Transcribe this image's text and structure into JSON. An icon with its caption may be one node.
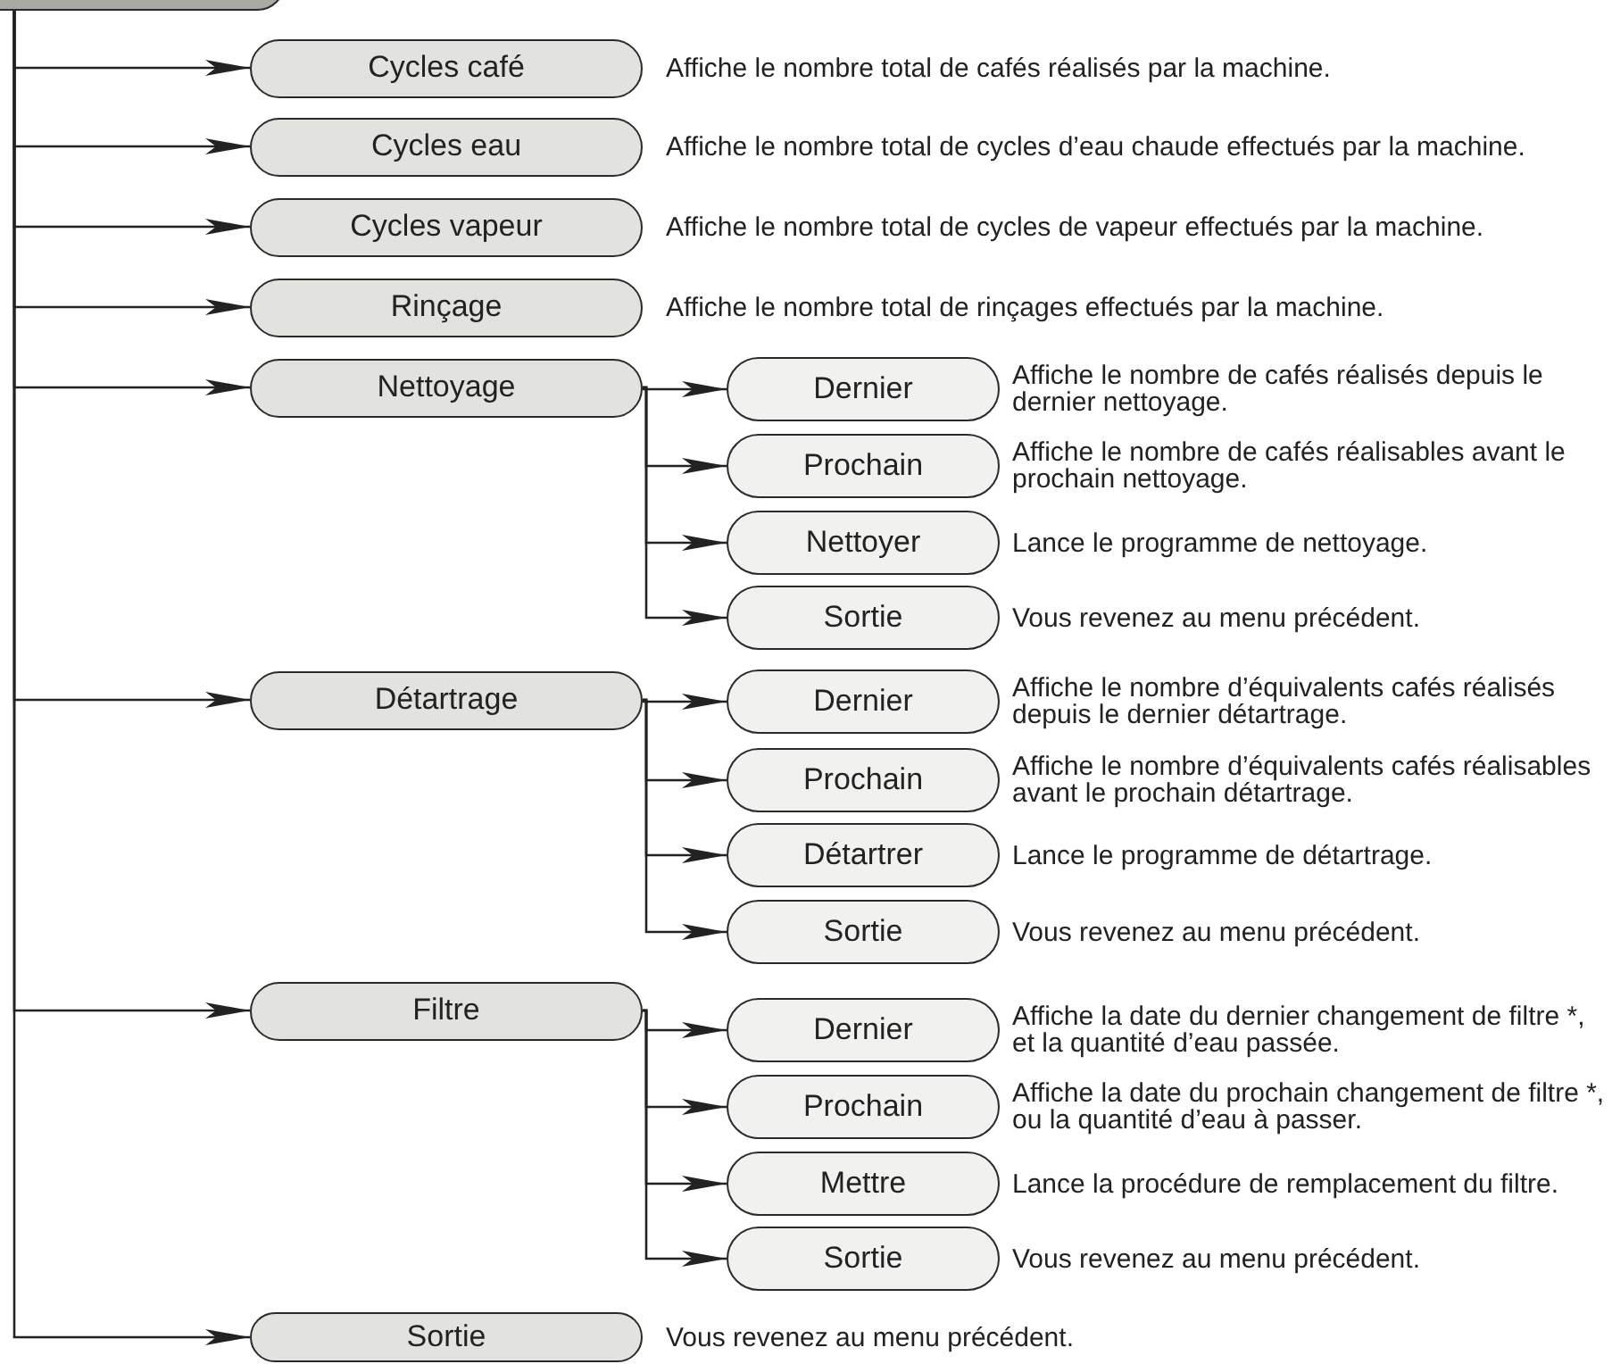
{
  "diagram": {
    "nodes": [
      {
        "text": [],
        "shape": "box"
      },
      {
        "text": [
          "Cycles café"
        ],
        "beside": [
          "Affiche le nombre total de cafés réalisés par la machine."
        ]
      },
      {
        "text": [
          "Cycles eau"
        ],
        "beside": [
          "Affiche le nombre total de cycles d’eau chaude effectués par la machine."
        ]
      },
      {
        "text": [
          "Cycles vapeur"
        ],
        "beside": [
          "Affiche le nombre total de cycles de vapeur effectués par la machine."
        ]
      },
      {
        "text": [
          "Rinçage"
        ],
        "beside": [
          "Affiche le nombre total de rinçages effectués par la machine."
        ]
      },
      {
        "text": [
          "Nettoyage"
        ]
      },
      {
        "text": [
          "Dernier"
        ],
        "beside": [
          "Affiche le nombre de cafés réalisés depuis le dernier nettoyage."
        ]
      },
      {
        "text": [
          "Prochain"
        ],
        "beside": [
          "Affiche le nombre de cafés réalisables avant le prochain nettoyage."
        ]
      },
      {
        "text": [
          "Nettoyer"
        ],
        "beside": [
          "Lance le programme de nettoyage."
        ]
      },
      {
        "text": [
          "Sortie"
        ],
        "beside": [
          "Vous revenez au menu précédent."
        ]
      },
      {
        "text": [
          "Détartrage"
        ]
      },
      {
        "text": [
          "Dernier"
        ],
        "beside": [
          "Affiche le nombre d’équivalents cafés réalisés depuis le dernier détartrage."
        ]
      },
      {
        "text": [
          "Prochain"
        ],
        "beside": [
          "Affiche le nombre d’équivalents cafés réalisables avant le prochain détartrage."
        ]
      },
      {
        "text": [
          "Détartrer"
        ],
        "beside": [
          "Lance le programme de détartrage."
        ]
      },
      {
        "text": [
          "Sortie"
        ],
        "beside": [
          "Vous revenez au menu précédent."
        ]
      },
      {
        "text": [
          "Filtre"
        ]
      },
      {
        "text": [
          "Dernier"
        ],
        "beside": [
          "Affiche la date du dernier changement de filtre *, et la quantité d’eau passée."
        ]
      },
      {
        "text": [
          "Prochain"
        ],
        "beside": [
          "Affiche la date du prochain changement de filtre *, ou la quantité d’eau à passer."
        ]
      },
      {
        "text": [
          "Mettre"
        ],
        "beside": [
          "Lance la procédure de remplacement du filtre."
        ]
      },
      {
        "text": [
          "Sortie"
        ],
        "beside": [
          "Vous revenez au menu précédent."
        ]
      },
      {
        "text": [
          "Sortie"
        ],
        "beside": [
          "Vous revenez au menu précédent."
        ]
      }
    ],
    "edges": [
      {
        "from": 0,
        "to": 1,
        "arrow": "to"
      },
      {
        "from": 0,
        "to": 2,
        "arrow": "to"
      },
      {
        "from": 0,
        "to": 3,
        "arrow": "to"
      },
      {
        "from": 0,
        "to": 4,
        "arrow": "to"
      },
      {
        "from": 0,
        "to": 5,
        "arrow": "to"
      },
      {
        "from": 5,
        "to": 6,
        "arrow": "to"
      },
      {
        "from": 5,
        "to": 7,
        "arrow": "to"
      },
      {
        "from": 5,
        "to": 8,
        "arrow": "to"
      },
      {
        "from": 5,
        "to": 9,
        "arrow": "to"
      },
      {
        "from": 0,
        "to": 10,
        "arrow": "to"
      },
      {
        "from": 10,
        "to": 11,
        "arrow": "to"
      },
      {
        "from": 10,
        "to": 12,
        "arrow": "to"
      },
      {
        "from": 10,
        "to": 13,
        "arrow": "to"
      },
      {
        "from": 10,
        "to": 14,
        "arrow": "to"
      },
      {
        "from": 0,
        "to": 15,
        "arrow": "to"
      },
      {
        "from": 15,
        "to": 16,
        "arrow": "to"
      },
      {
        "from": 15,
        "to": 17,
        "arrow": "to"
      },
      {
        "from": 15,
        "to": 18,
        "arrow": "to"
      },
      {
        "from": 15,
        "to": 19,
        "arrow": "to"
      },
      {
        "from": 0,
        "to": 20,
        "arrow": "to"
      }
    ]
  }
}
